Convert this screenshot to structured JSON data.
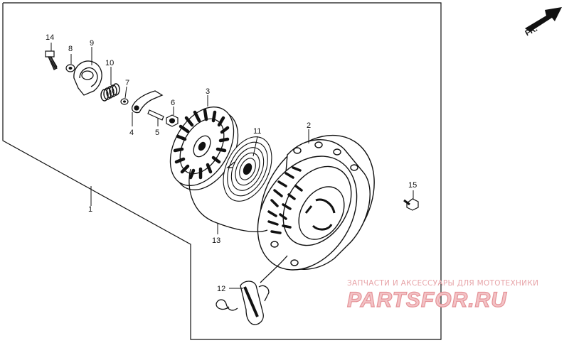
{
  "diagram": {
    "direction_marker": "FR.",
    "callouts": {
      "c1": "1",
      "c2": "2",
      "c3": "3",
      "c4": "4",
      "c5": "5",
      "c6": "6",
      "c7": "7",
      "c8": "8",
      "c9": "9",
      "c10": "10",
      "c11": "11",
      "c12": "12",
      "c13": "13",
      "c14": "14",
      "c15": "15"
    }
  },
  "watermark": {
    "tagline": "ЗАПЧАСТИ И АКСЕССУАРЫ ДЛЯ МОТОТЕХНИКИ",
    "brand": "PARTSFOR.RU"
  },
  "colors": {
    "ink": "#111111",
    "watermark": "#e59398"
  }
}
